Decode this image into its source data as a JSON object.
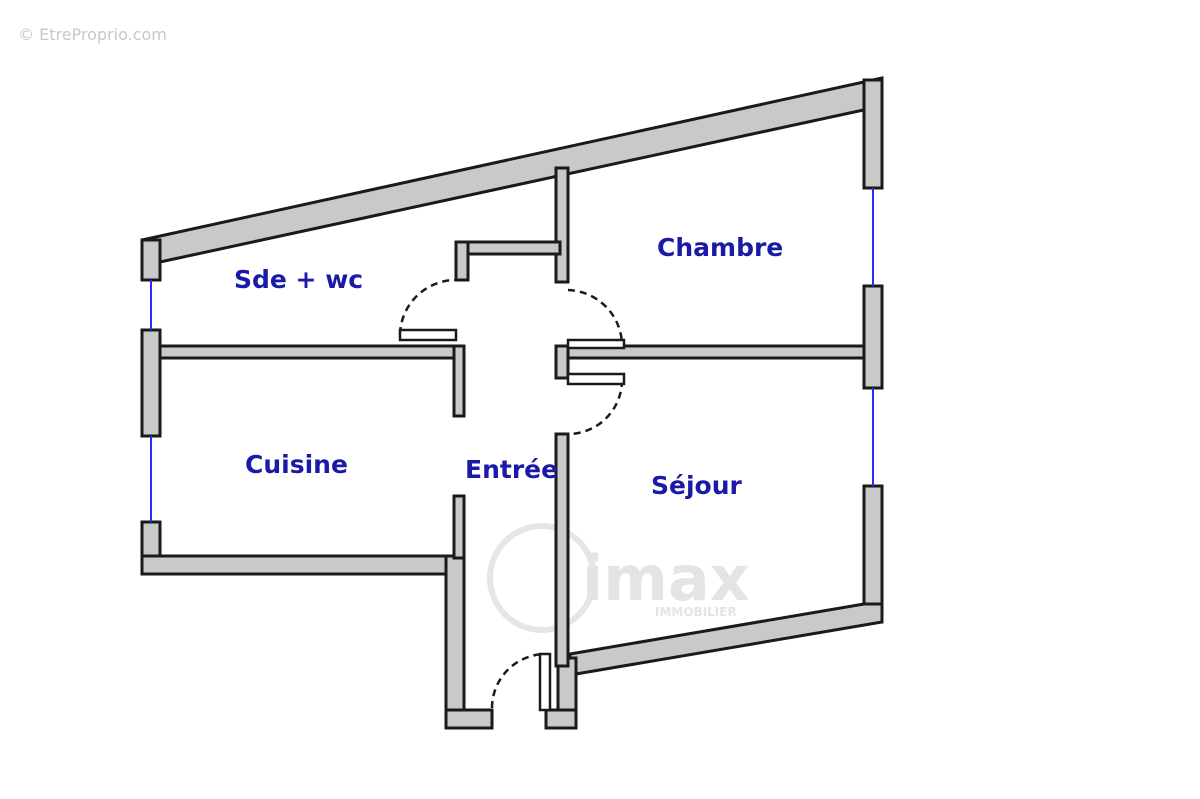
{
  "watermark": {
    "text": "© EtreProprio.com"
  },
  "rooms": {
    "sde_wc": "Sde + wc",
    "chambre": "Chambre",
    "cuisine": "Cuisine",
    "entree": "Entrée",
    "sejour": "Séjour"
  },
  "logo": {
    "name": "imax",
    "subtitle": "IMMOBILIER"
  },
  "colors": {
    "label": "#1a1aa8",
    "wall_fill": "#c9c9c9",
    "wall_stroke": "#1a1a1a",
    "window": "#2a2aff"
  }
}
